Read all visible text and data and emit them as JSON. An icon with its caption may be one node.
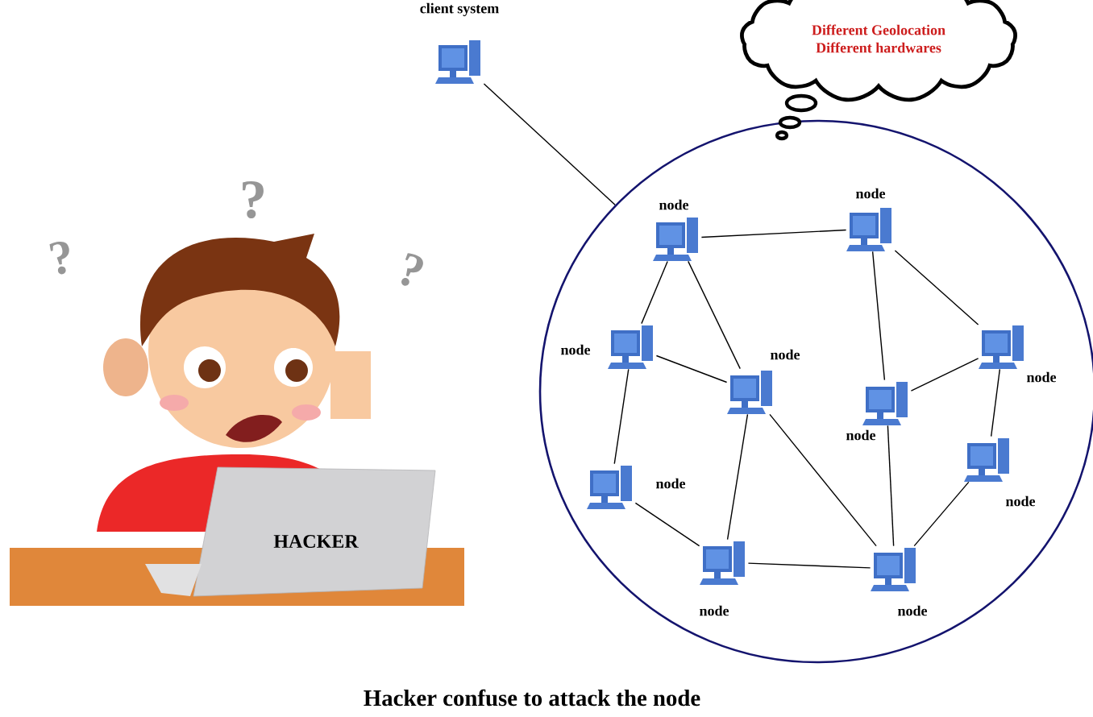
{
  "diagram": {
    "title": "Hacker confuse to attack the node",
    "nodes": [
      {
        "text": [
          "client system"
        ]
      },
      {
        "text": [
          "Different Geolocation",
          "Different hardwares"
        ]
      },
      {
        "text": [],
        "shape": "circle"
      },
      {
        "text": [
          "node"
        ],
        "in": 2
      },
      {
        "text": [
          "node"
        ],
        "in": 2
      },
      {
        "text": [
          "node"
        ],
        "in": 2
      },
      {
        "text": [
          "node"
        ],
        "in": 2
      },
      {
        "text": [
          "node"
        ],
        "in": 2
      },
      {
        "text": [
          "node"
        ],
        "in": 2
      },
      {
        "text": [
          "node"
        ],
        "in": 2
      },
      {
        "text": [
          "node"
        ],
        "in": 2
      },
      {
        "text": [
          "node"
        ],
        "in": 2
      },
      {
        "text": [
          "node"
        ],
        "in": 2
      }
    ],
    "edges": [
      {
        "from": 0,
        "to": 2,
        "arrow": "none"
      },
      {
        "from": 3,
        "to": 4,
        "arrow": "none"
      },
      {
        "from": 3,
        "to": 5,
        "arrow": "none"
      },
      {
        "from": 3,
        "to": 6,
        "arrow": "none"
      },
      {
        "from": 4,
        "to": 7,
        "arrow": "none"
      },
      {
        "from": 4,
        "to": 8,
        "arrow": "none"
      },
      {
        "from": 5,
        "to": 6,
        "arrow": "none"
      },
      {
        "from": 5,
        "to": 9,
        "arrow": "none"
      },
      {
        "from": 7,
        "to": 8,
        "arrow": "none"
      },
      {
        "from": 8,
        "to": 10,
        "arrow": "none"
      },
      {
        "from": 6,
        "to": 11,
        "arrow": "none"
      },
      {
        "from": 6,
        "to": 12,
        "arrow": "none"
      },
      {
        "from": 7,
        "to": 12,
        "arrow": "none"
      },
      {
        "from": 9,
        "to": 11,
        "arrow": "none"
      },
      {
        "from": 11,
        "to": 12,
        "arrow": "none"
      },
      {
        "from": 10,
        "to": 12,
        "arrow": "none"
      }
    ],
    "labels": [
      "?",
      "?",
      "?",
      "HACKER"
    ]
  }
}
